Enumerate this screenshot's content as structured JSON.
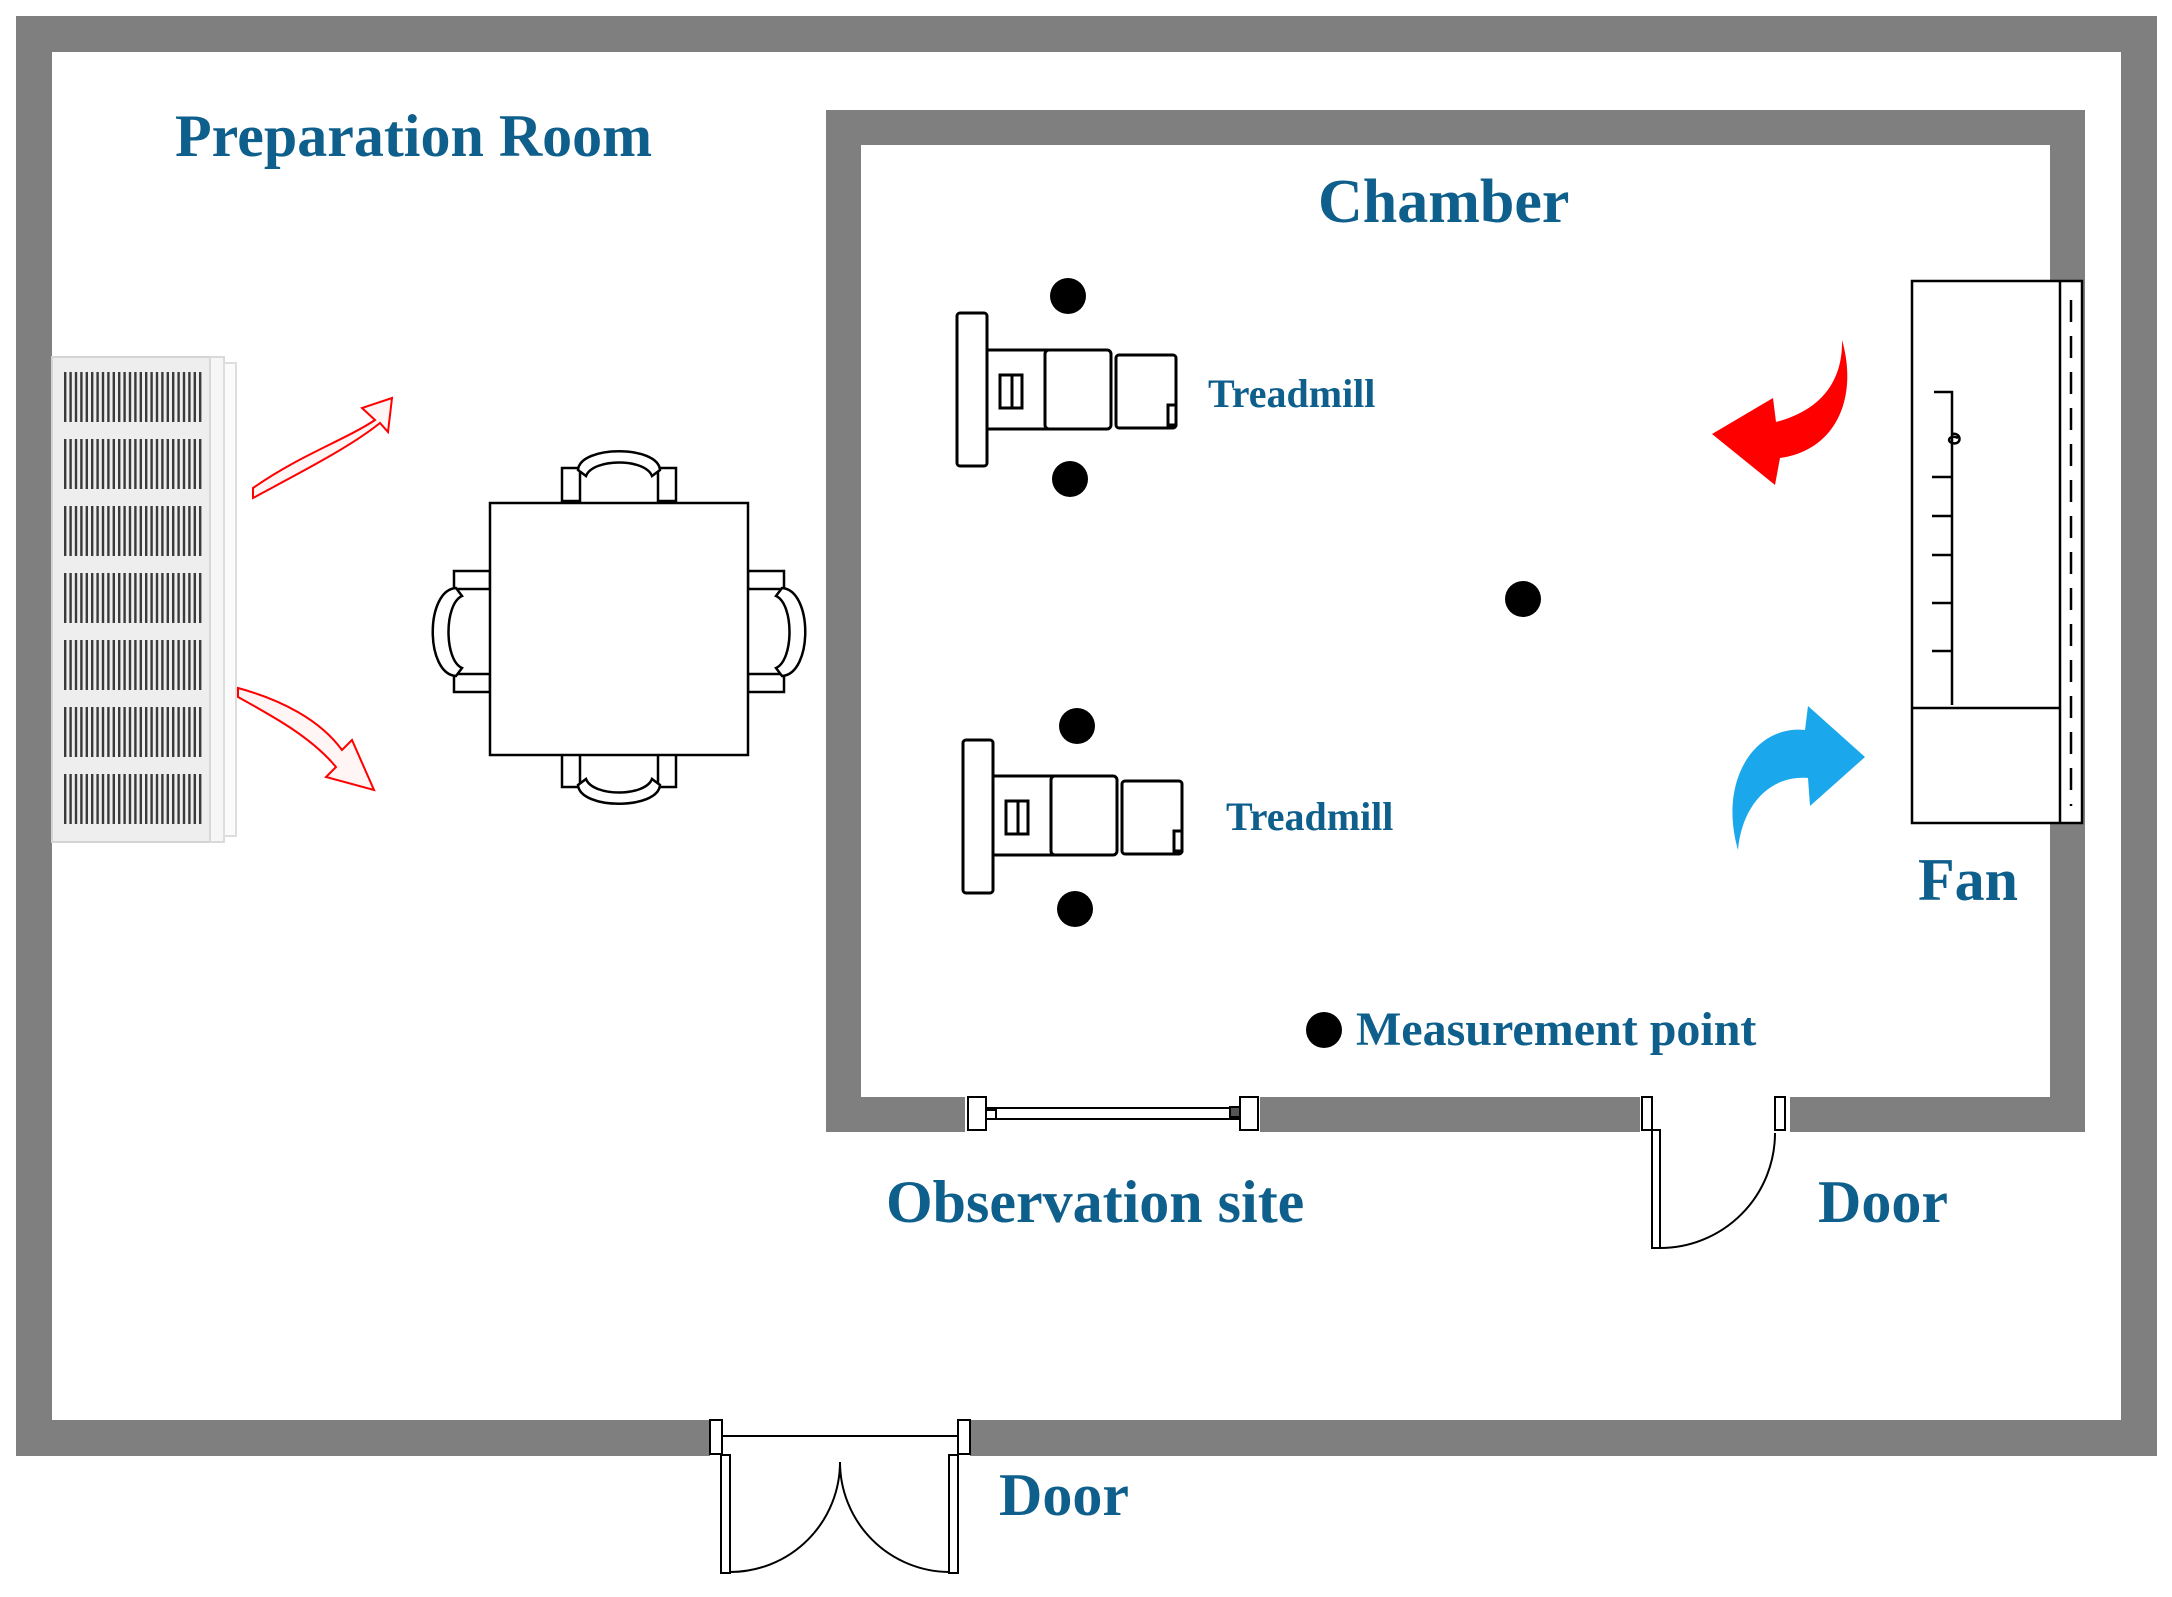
{
  "labels": {
    "preparation_room": "Preparation Room",
    "chamber": "Chamber",
    "treadmill_1": "Treadmill",
    "treadmill_2": "Treadmill",
    "fan": "Fan",
    "measurement_point": "Measurement point",
    "observation_site": "Observation site",
    "chamber_door": "Door",
    "main_door": "Door"
  },
  "colors": {
    "wall": "#7f7f7f",
    "label_text": "#0f5f8c",
    "warm_air_outline": "#ff0000",
    "return_arrow_red": "#ff0000",
    "supply_arrow_blue": "#1aa7ec",
    "marker": "#000000"
  },
  "icons": {
    "heater": "radiator-heater-icon",
    "table": "table-with-chairs-icon",
    "treadmill": "treadmill-icon",
    "fan": "fan-unit-icon",
    "window": "window-icon",
    "door": "door-swing-icon"
  }
}
